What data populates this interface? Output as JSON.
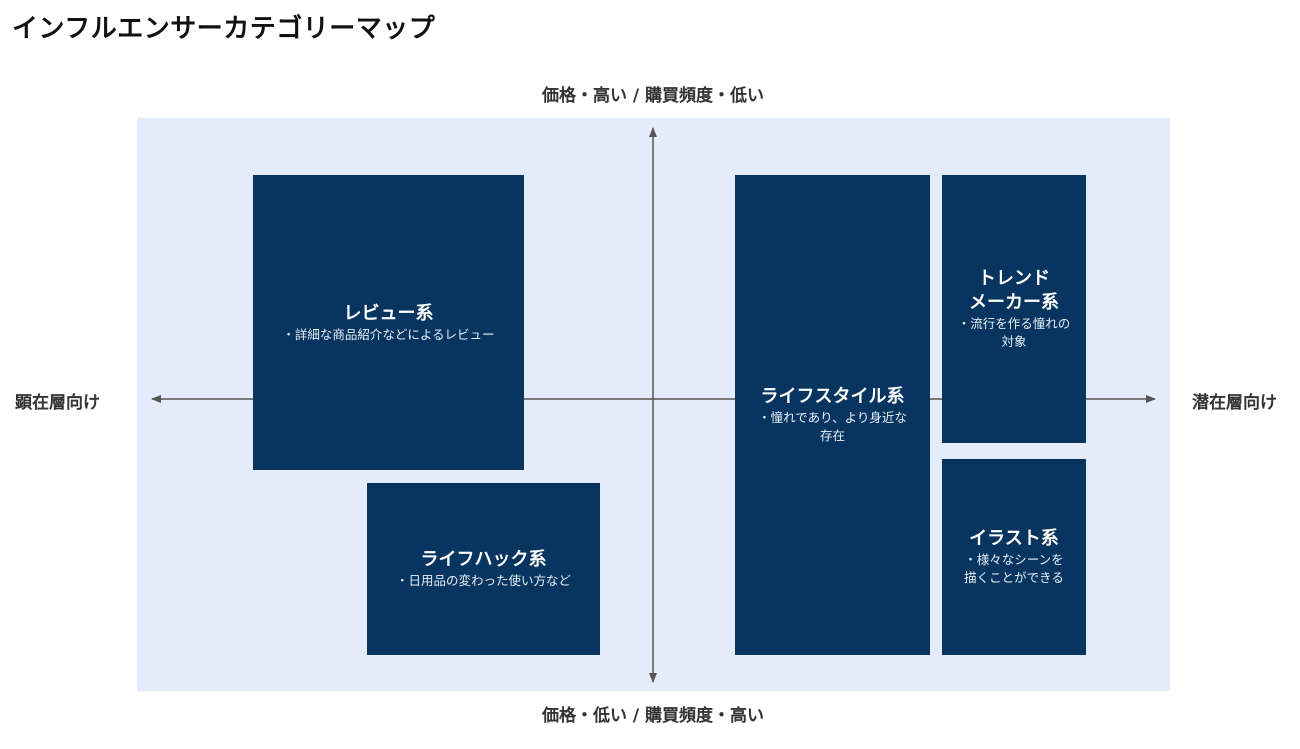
{
  "title": "インフルエンサーカテゴリーマップ",
  "axes": {
    "top": "価格・高い / 購買頻度・低い",
    "bottom": "価格・低い / 購買頻度・高い",
    "left": "顕在層向け",
    "right": "潜在層向け"
  },
  "categories": {
    "review": {
      "title": "レビュー系",
      "desc": "・詳細な商品紹介などによるレビュー"
    },
    "lifehack": {
      "title": "ライフハック系",
      "desc": "・日用品の変わった使い方など"
    },
    "lifestyle": {
      "title": "ライフスタイル系",
      "desc": "・憧れであり、より身近な\n存在"
    },
    "trendmaker": {
      "title": "トレンド\nメーカー系",
      "desc": "・流行を作る憧れの\n対象"
    },
    "illust": {
      "title": "イラスト系",
      "desc": "・様々なシーンを\n描くことができる"
    }
  },
  "colors": {
    "panel": "#e4ebfa",
    "box": "#07355f",
    "axis": "#555555"
  }
}
